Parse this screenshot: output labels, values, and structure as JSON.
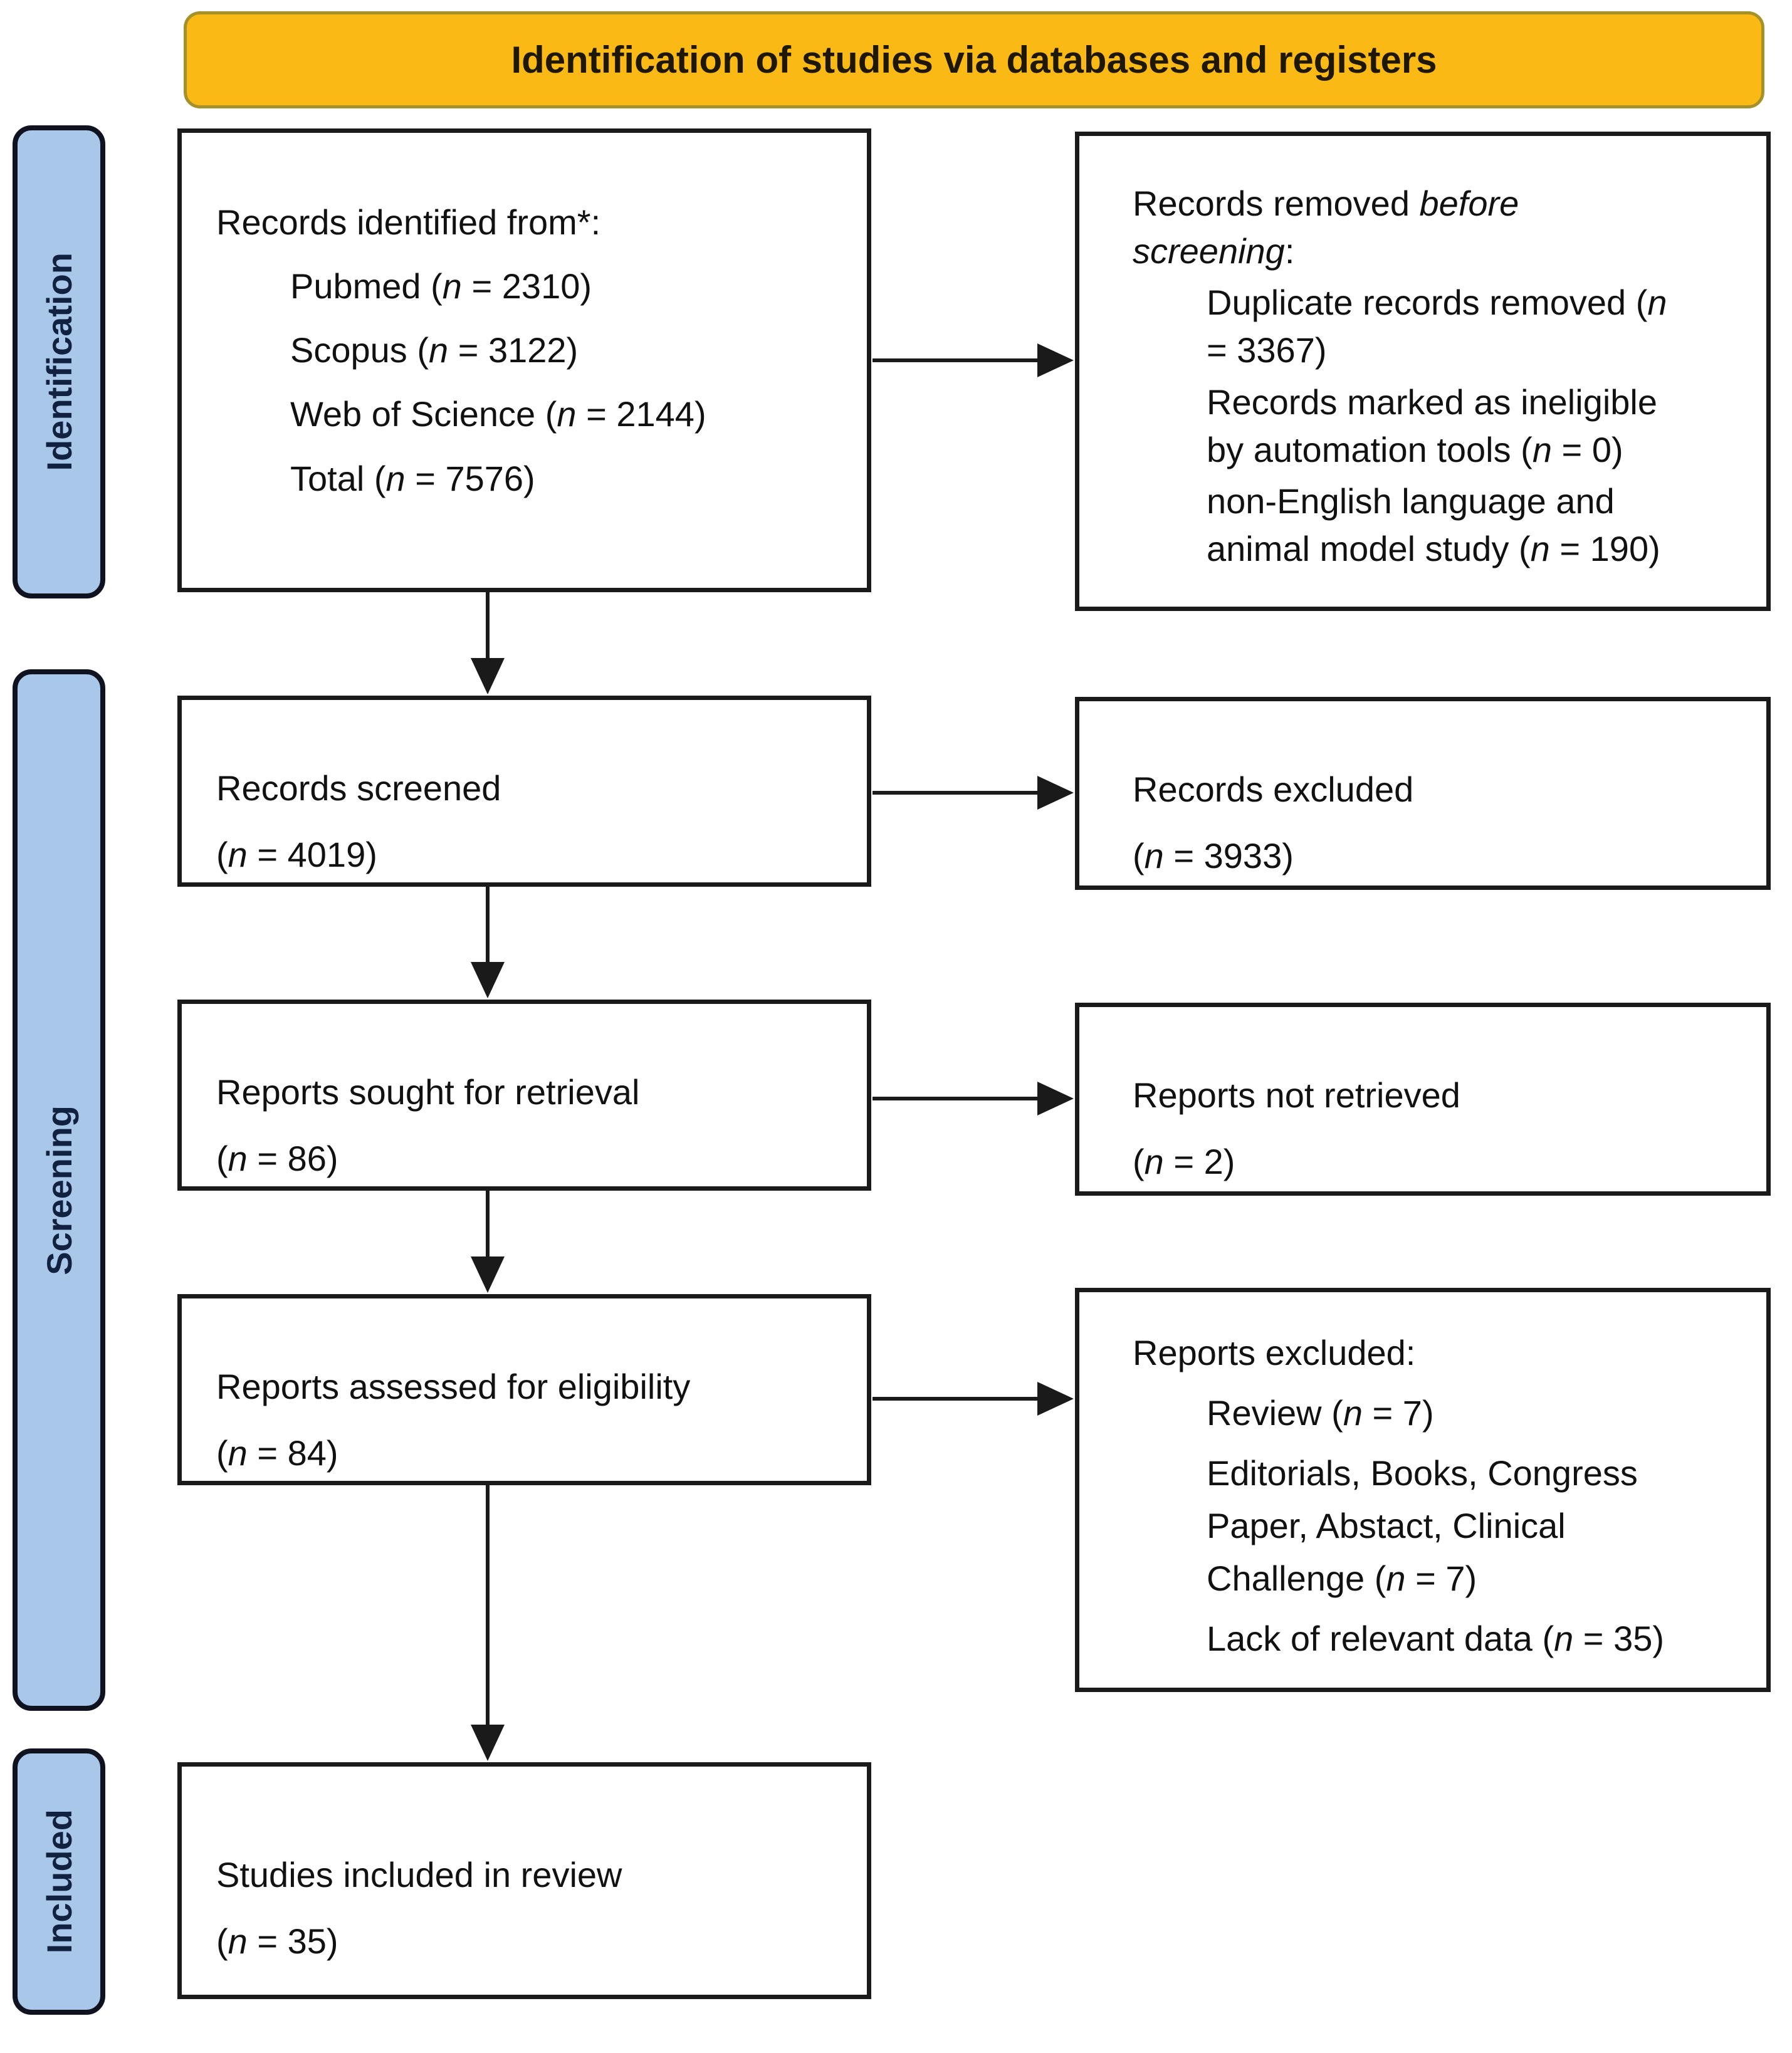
{
  "title": "Identification of studies via databases and registers",
  "stages": {
    "identification": "Identification",
    "screening": "Screening",
    "included": "Included"
  },
  "boxes": {
    "records_identified": {
      "lines": [
        "Records identified from*:",
        "Pubmed (n = 2310)",
        "Scopus (n = 3122)",
        "Web of Science (n = 2144)",
        "Total (n = 7576)"
      ]
    },
    "records_removed": {
      "lines": [
        "Records removed *before screening*:",
        "Duplicate records removed (n = 3367)",
        "Records marked as ineligible by automation tools (n = 0)",
        "non-English language and animal model study (n = 190)"
      ]
    },
    "records_screened": {
      "lines": [
        "Records screened",
        "(n = 4019)"
      ]
    },
    "records_excluded": {
      "lines": [
        "Records excluded",
        "(n = 3933)"
      ]
    },
    "reports_sought": {
      "lines": [
        "Reports sought for retrieval",
        "(n = 86)"
      ]
    },
    "reports_not_retrieved": {
      "lines": [
        "Reports not retrieved",
        "(n = 2)"
      ]
    },
    "reports_assessed": {
      "lines": [
        "Reports assessed for eligibility",
        "(n = 84)"
      ]
    },
    "reports_excluded": {
      "lines": [
        "Reports excluded:",
        "Review (n = 7)",
        "Editorials, Books, Congress Paper, Abstact, Clinical Challenge (n = 7)",
        "Lack of relevant data (n = 35)"
      ]
    },
    "studies_included": {
      "lines": [
        "Studies included in review",
        "(n = 35)"
      ]
    }
  },
  "colors": {
    "header_bg": "#FBB915",
    "header_border": "#A5912A",
    "stage_bg": "#A9C7E9",
    "stage_border": "#10131F",
    "stage_text": "#112240",
    "box_border": "#1A1A1A",
    "arrow": "#1A1A1A"
  }
}
